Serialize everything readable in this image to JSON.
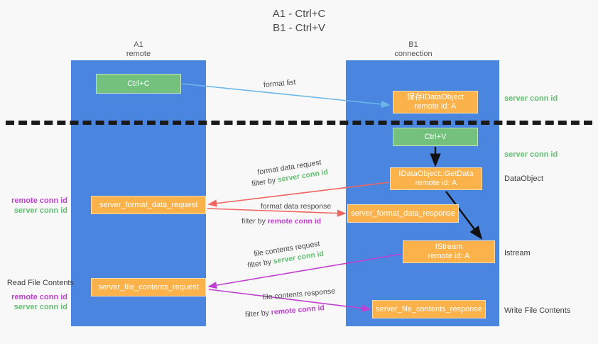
{
  "title": "A1 - Ctrl+C\nB1 - Ctrl+V",
  "lanes": [
    {
      "id": "a1",
      "header": "A1\nremote"
    },
    {
      "id": "b1",
      "header": "B1\nconnection"
    }
  ],
  "boxes": {
    "ctrl_c": "Ctrl+C",
    "idataobject": "保存IDataObject\nremote id: A",
    "ctrl_v": "Ctrl+V",
    "getdata": "IDataObject::GetData\nremote id: A",
    "istream": "IStream\nremote id: A",
    "server_format_data_request": "server_format_data_request",
    "server_format_data_response": "server_format_data_response",
    "server_file_contents_request": "server_file_contents_request",
    "server_file_contents_response": "server_file_contents_response"
  },
  "right_labels": {
    "server_conn_id_top": "server conn id",
    "server_conn_id_mid": "server conn id",
    "dataobject": "DataObject",
    "istream": "Istream",
    "write_file_contents": "Write File Contents"
  },
  "left_labels": {
    "remote_conn_id_1": "remote conn id",
    "server_conn_id_1": "server conn id",
    "read_file_contents": "Read File Contents",
    "remote_conn_id_2": "remote conn id",
    "server_conn_id_2": "server conn id"
  },
  "arrow_labels": {
    "format_list": "format list",
    "format_data_request": "format data request",
    "filter_by_prefix": "filter by ",
    "server_conn_id": "server conn id",
    "remote_conn_id": "remote conn id",
    "format_data_response": "format data response",
    "file_contents_request": "file contents request",
    "file_contents_response": "file contents response"
  },
  "colors": {
    "lane_blue": "#4a86e0",
    "box_green": "#74c17e",
    "box_orange": "#fcb24a",
    "arrow_lightblue": "#6bb8e8",
    "arrow_black": "#111111",
    "arrow_red": "#f0655f",
    "arrow_magenta": "#c03fd0",
    "text_green": "#63bf72",
    "text_magenta": "#c03fd0",
    "divider_black": "#1a1a1a"
  }
}
